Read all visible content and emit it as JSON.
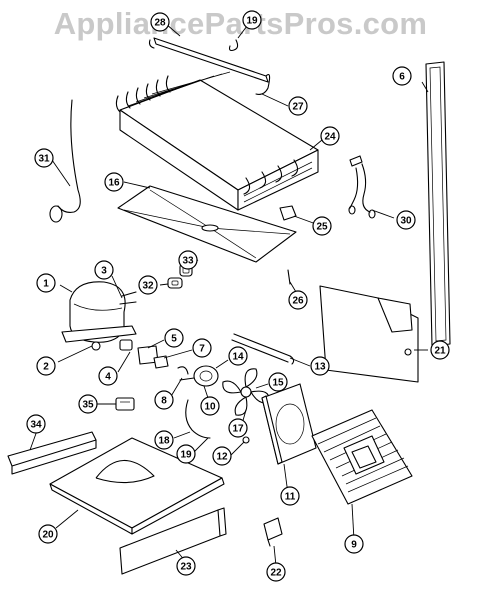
{
  "watermark": "AppliancePartsPros.com",
  "callouts": [
    {
      "label": "1"
    },
    {
      "label": "2"
    },
    {
      "label": "3"
    },
    {
      "label": "4"
    },
    {
      "label": "5"
    },
    {
      "label": "6"
    },
    {
      "label": "7"
    },
    {
      "label": "8"
    },
    {
      "label": "9"
    },
    {
      "label": "10"
    },
    {
      "label": "11"
    },
    {
      "label": "12"
    },
    {
      "label": "13"
    },
    {
      "label": "14"
    },
    {
      "label": "15"
    },
    {
      "label": "16"
    },
    {
      "label": "17"
    },
    {
      "label": "18"
    },
    {
      "label": "19"
    },
    {
      "label": "19"
    },
    {
      "label": "20"
    },
    {
      "label": "21"
    },
    {
      "label": "22"
    },
    {
      "label": "23"
    },
    {
      "label": "24"
    },
    {
      "label": "25"
    },
    {
      "label": "26"
    },
    {
      "label": "27"
    },
    {
      "label": "28"
    },
    {
      "label": "30"
    },
    {
      "label": "31"
    },
    {
      "label": "32"
    },
    {
      "label": "33"
    },
    {
      "label": "34"
    },
    {
      "label": "35"
    }
  ]
}
